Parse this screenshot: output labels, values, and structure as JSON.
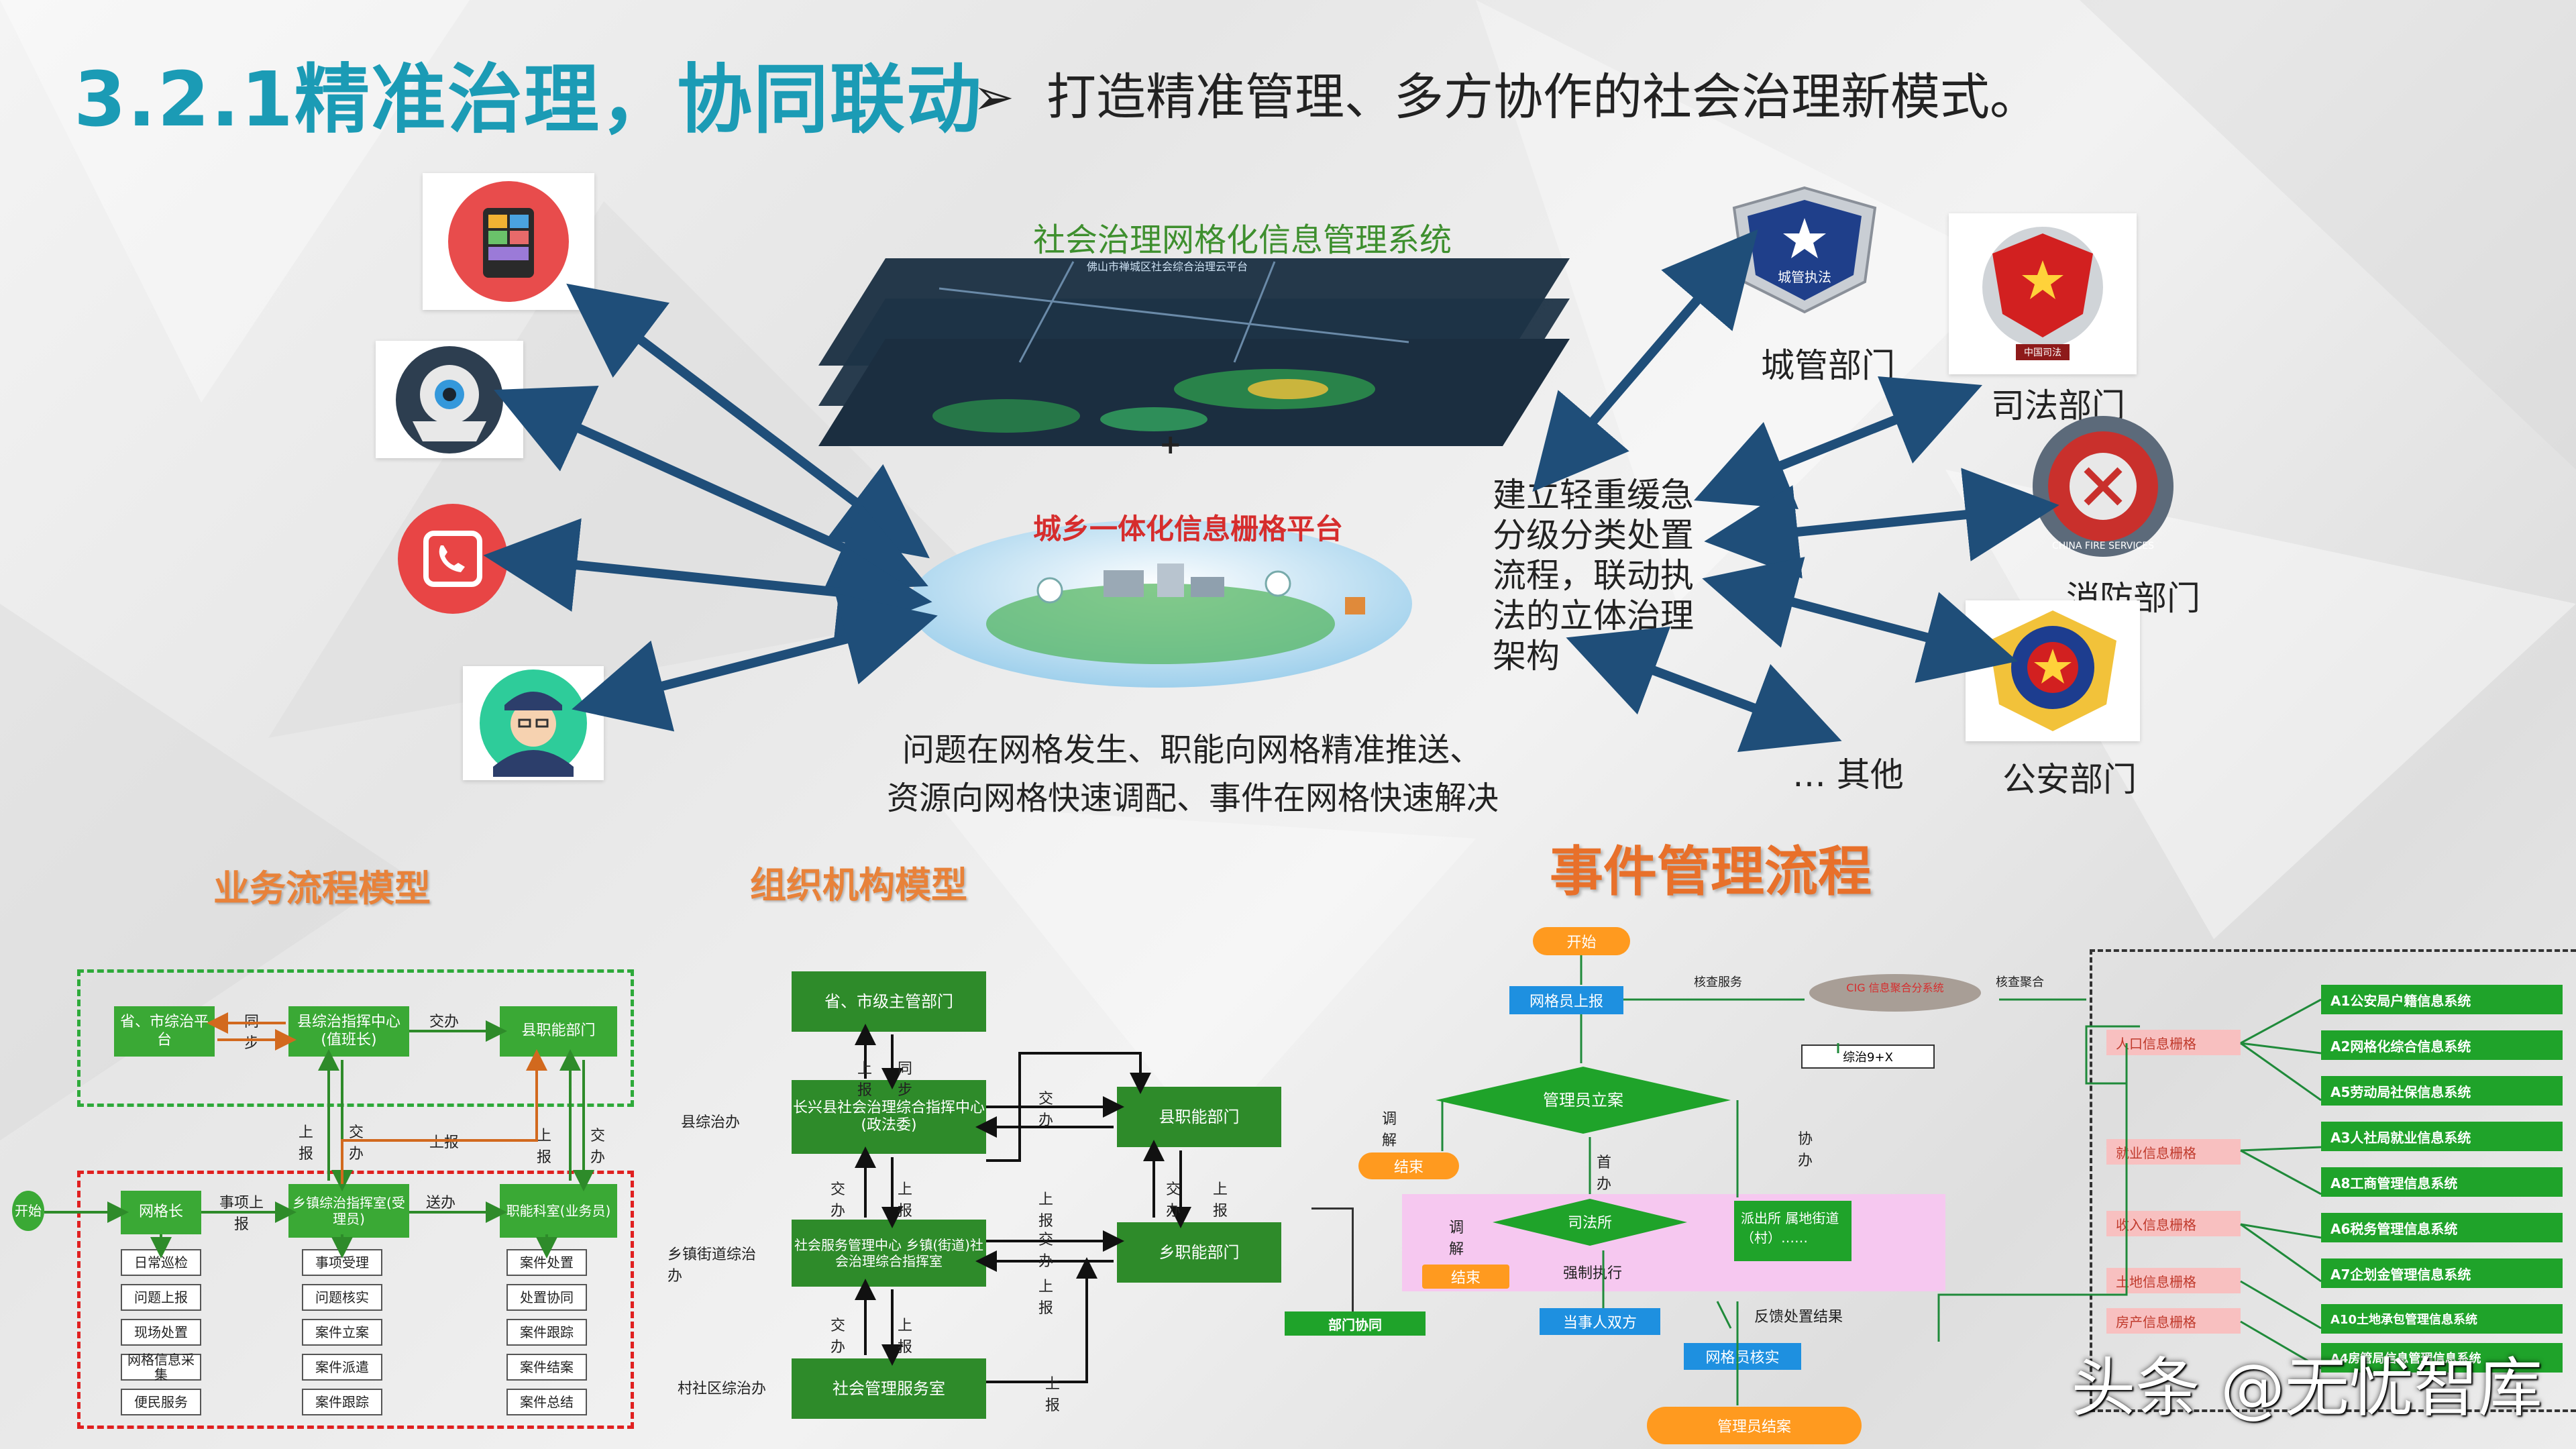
{
  "header": {
    "title": "3.2.1精准治理，协同联动",
    "subtitle_marker": "➢",
    "subtitle": "打造精准管理、多方协作的社会治理新模式。"
  },
  "top": {
    "system_title": "社会治理网格化信息管理系统",
    "map_header": "佛山市禅城区社会综合治理云平台",
    "plus": "+",
    "platform_title": "城乡一体化信息栅格平台",
    "center_caption_1": "问题在网格发生、职能向网格精准推送、",
    "center_caption_2": "资源向网格快速调配、事件在网格快速解决",
    "framework_text": [
      "建立轻重缓急",
      "分级分类处置",
      "流程，联动执",
      "法的立体治理",
      "架构"
    ],
    "departments": {
      "chengguan": "城管部门",
      "sifa": "司法部门",
      "xiaofang": "消防部门",
      "gongan": "公安部门",
      "other": "… 其他"
    },
    "badge_texts": {
      "chengguan": "城管执法",
      "sifa": "中国司法",
      "xiaofang": "CHINA FIRE SERVICES"
    }
  },
  "sections": {
    "business": "业务流程模型",
    "org": "组织机构模型",
    "event": "事件管理流程"
  },
  "business": {
    "top_nodes": [
      "省、市综治平台",
      "县综治指挥中心(值班长)",
      "县职能部门"
    ],
    "sync": "同步",
    "handover": "交办",
    "report": "上报",
    "feedback": "上报",
    "cross": "交办",
    "cross2": "交办",
    "report2": "上报",
    "start": "开始",
    "gridman": "网格长",
    "event_report": "事项上报",
    "center": "乡镇综治指挥室(受理员)",
    "send": "送办",
    "func": "职能科室(业务员)",
    "col1": [
      "日常巡检",
      "问题上报",
      "现场处置",
      "网格信息采集",
      "便民服务"
    ],
    "col2": [
      "事项受理",
      "问题核实",
      "案件立案",
      "案件派遣",
      "案件跟踪"
    ],
    "col3": [
      "案件处置",
      "处置协同",
      "案件跟踪",
      "案件结案",
      "案件总结"
    ]
  },
  "org": {
    "level_labels": [
      "县综治办",
      "乡镇街道综治办",
      "村社区综治办"
    ],
    "boxes": [
      "省、市级主管部门",
      "长兴县社会治理综合指挥中心(政法委)",
      "县职能部门",
      "社会服务管理中心 乡镇(街道)社会治理综合指挥室",
      "乡职能部门",
      "社会管理服务室"
    ],
    "arrows": [
      "上报",
      "同步",
      "交办",
      "上报",
      "交办",
      "上报",
      "交办",
      "上报",
      "交办",
      "上报",
      "上报",
      "交办",
      "上报",
      "交办",
      "上报"
    ]
  },
  "event": {
    "start": "开始",
    "gridman": "网格员上报",
    "manager": "管理员立案",
    "end1": "结束",
    "mediate": "调解",
    "first_office": "首办",
    "coordinate": "协办",
    "judicial": "司法所",
    "police": "派出所 属地街道（村）……",
    "end2": "结束",
    "mediate2": "调解",
    "enforce": "强制执行",
    "dept_coop": "部门协同",
    "party": "当事人双方",
    "feedback": "反馈处置结果",
    "verify": "网格员核实",
    "close": "管理员结案",
    "cig": "CIG 信息聚合分系统",
    "cig_sub": "综治9+X",
    "check_service": "核查服务",
    "check_aggregate": "核查聚合",
    "left_grids": [
      "人口信息栅格",
      "就业信息栅格",
      "收入信息栅格",
      "土地信息栅格",
      "房产信息栅格"
    ],
    "right_systems": [
      "A1公安局户籍信息系统",
      "A2网格化综合信息系统",
      "A5劳动局社保信息系统",
      "A3人社局就业信息系统",
      "A8工商管理信息系统",
      "A6税务管理信息系统",
      "A7企划金管理信息系统",
      "A10土地承包管理信息系统",
      "A4房管局信息管理信息系统"
    ]
  },
  "watermark": "头条 @无忧智库",
  "colors": {
    "title": "#1b9bb5",
    "arrow": "#1f4e79",
    "green": "#3aa935",
    "orange": "#ff9a1f",
    "red_dash": "#e02020",
    "green_dash": "#2eaa3a"
  }
}
